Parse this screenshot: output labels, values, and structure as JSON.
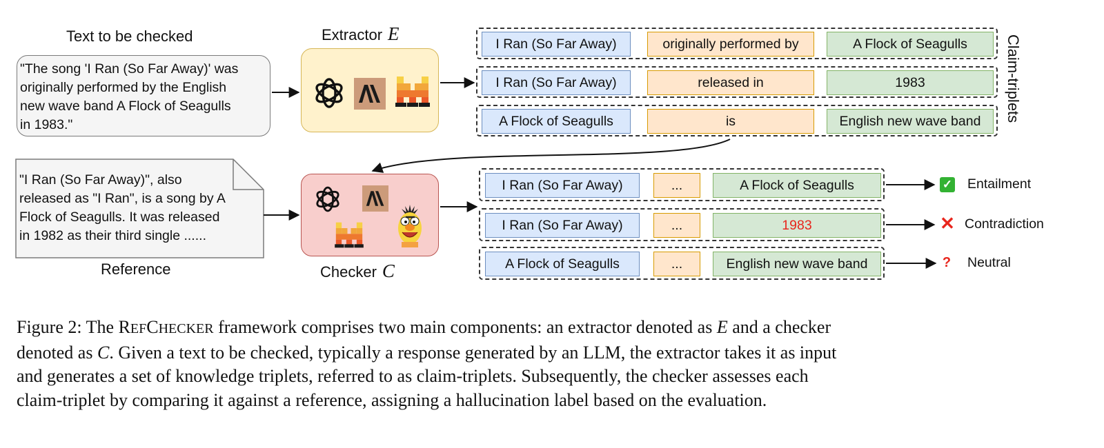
{
  "labels": {
    "text_to_check": "Text to be checked",
    "extractor": "Extractor",
    "extractor_var": "E",
    "reference": "Reference",
    "checker": "Checker",
    "checker_var": "C",
    "claim_triplets": "Claim-triplets"
  },
  "input_text": "\"The song 'I Ran (So Far Away)' was\noriginally performed by the English\nnew wave band A Flock of Seagulls\nin 1983.\"",
  "reference_text": "\"I Ran (So Far Away)\", also\nreleased as \"I Ran\", is a song by A\nFlock of Seagulls. It was released\nin 1982 as their third single ......",
  "extractor_icons": [
    "openai-icon",
    "anthropic-icon",
    "mistral-icon"
  ],
  "checker_icons": [
    "openai-icon",
    "anthropic-icon",
    "mistral-icon",
    "bert-icon"
  ],
  "triplets": [
    {
      "subject": "I Ran (So Far Away)",
      "predicate": "originally performed by",
      "object": "A Flock of Seagulls"
    },
    {
      "subject": "I Ran (So Far Away)",
      "predicate": "released in",
      "object": "1983"
    },
    {
      "subject": "A Flock of Seagulls",
      "predicate": "is",
      "object": "English new wave band"
    }
  ],
  "checked": [
    {
      "subject": "I Ran (So Far Away)",
      "predicate": "...",
      "object": "A Flock of Seagulls",
      "symbol": "✓",
      "verdict": "Entailment",
      "color": "#33b233"
    },
    {
      "subject": "I Ran (So Far Away)",
      "predicate": "...",
      "object": "1983",
      "symbol": "✕",
      "verdict": "Contradiction",
      "color": "#e8261d"
    },
    {
      "subject": "A Flock of Seagulls",
      "predicate": "...",
      "object": "English new wave band",
      "symbol": "?",
      "verdict": "Neutral",
      "color": "#e8261d"
    }
  ],
  "colors": {
    "extractor_fill": "#fff2cc",
    "checker_fill": "#f8cecc",
    "subject_fill": "#dae8fc",
    "predicate_fill": "#ffe6cc",
    "object_fill": "#d5e8d4",
    "contradiction_text": "#e8261d"
  },
  "caption": {
    "prefix": "Figure 2: The ",
    "name_r": "R",
    "name_ef": "EF",
    "name_c": "C",
    "name_hecker": "HECKER",
    "line1_a": " framework comprises two main components: an extractor denoted as ",
    "var_e": "E",
    "line1_b": " and a checker",
    "line2_a": "denoted as ",
    "var_c": "C",
    "line2_b": ". Given a text to be checked, typically a response generated by an LLM, the extractor takes it as input",
    "line3": "and generates a set of knowledge triplets, referred to as claim-triplets. Subsequently, the checker assesses each",
    "line4": "claim-triplet by comparing it against a reference, assigning a hallucination label based on the evaluation."
  }
}
